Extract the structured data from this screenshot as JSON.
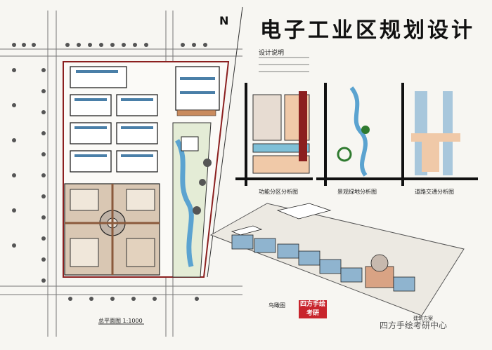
{
  "title": "电子工业区规划设计",
  "north_label": "N",
  "design_description_label": "设计说明",
  "analysis_labels": {
    "a": "功能分区分析图",
    "b": "景观绿地分析图",
    "c": "道路交通分析图"
  },
  "plan_label": "总平面图 1:1000",
  "birdseye_label": "鸟瞰图",
  "stamp": {
    "line1": "四方手绘",
    "line2": "考研"
  },
  "watermark": "四方手绘考研中心",
  "dim_note": "建筑方案"
}
